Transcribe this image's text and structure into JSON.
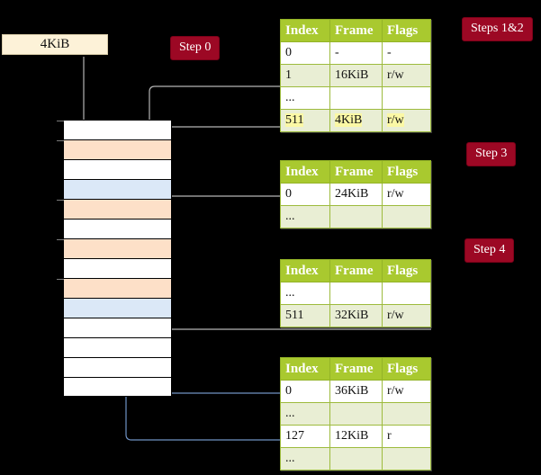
{
  "diagram": {
    "title": "multi-level page table walk",
    "colors": {
      "table_header_bg": "#a9c92f",
      "table_alt_row_bg": "#e9eed4",
      "highlight_text_bg": "#fbf8a5",
      "badge_bg": "#9c0824",
      "page_table_frame_bg": "#fde0c8",
      "data_frame_bg": "#dbe8f7",
      "va_box_bg": "#fdf2d8",
      "wire_gray": "#b5b5b5",
      "wire_blue": "#6f92c4"
    }
  },
  "va_box": {
    "label": "4KiB"
  },
  "badges": [
    {
      "id": "step0",
      "label": "Step 0"
    },
    {
      "id": "steps12",
      "label": "Steps 1&2"
    },
    {
      "id": "step3",
      "label": "Step 3"
    },
    {
      "id": "step4",
      "label": "Step 4"
    }
  ],
  "memory": {
    "name": "physical-memory-column",
    "rows": [
      {
        "kind": "empty",
        "tick": true
      },
      {
        "kind": "page-table",
        "tick": true
      },
      {
        "kind": "empty",
        "tick": false
      },
      {
        "kind": "data-frame",
        "tick": false
      },
      {
        "kind": "page-table",
        "tick": true
      },
      {
        "kind": "empty",
        "tick": false
      },
      {
        "kind": "page-table",
        "tick": true
      },
      {
        "kind": "empty",
        "tick": false
      },
      {
        "kind": "page-table",
        "tick": true
      },
      {
        "kind": "data-frame",
        "tick": false
      },
      {
        "kind": "empty",
        "tick": false
      },
      {
        "kind": "empty",
        "tick": false
      },
      {
        "kind": "empty",
        "tick": false
      },
      {
        "kind": "empty",
        "tick": false
      }
    ]
  },
  "tables": [
    {
      "id": "table-level-0",
      "headers": {
        "index": "Index",
        "frame": "Frame",
        "flags": "Flags"
      },
      "rows": [
        {
          "index": "0",
          "frame": "-",
          "flags": "-",
          "style": "plain",
          "highlight": false
        },
        {
          "index": "1",
          "frame": "16KiB",
          "flags": "r/w",
          "style": "alt",
          "highlight": false
        },
        {
          "index": "...",
          "frame": "",
          "flags": "",
          "style": "plain",
          "highlight": false
        },
        {
          "index": "511",
          "frame": "4KiB",
          "flags": "r/w",
          "style": "alt",
          "highlight": true
        }
      ]
    },
    {
      "id": "table-level-1",
      "headers": {
        "index": "Index",
        "frame": "Frame",
        "flags": "Flags"
      },
      "rows": [
        {
          "index": "0",
          "frame": "24KiB",
          "flags": "r/w",
          "style": "plain",
          "highlight": false
        },
        {
          "index": "...",
          "frame": "",
          "flags": "",
          "style": "alt",
          "highlight": false
        }
      ]
    },
    {
      "id": "table-level-2",
      "headers": {
        "index": "Index",
        "frame": "Frame",
        "flags": "Flags"
      },
      "rows": [
        {
          "index": "...",
          "frame": "",
          "flags": "",
          "style": "plain",
          "highlight": false
        },
        {
          "index": "511",
          "frame": "32KiB",
          "flags": "r/w",
          "style": "alt",
          "highlight": false
        }
      ]
    },
    {
      "id": "table-level-3",
      "headers": {
        "index": "Index",
        "frame": "Frame",
        "flags": "Flags"
      },
      "rows": [
        {
          "index": "0",
          "frame": "36KiB",
          "flags": "r/w",
          "style": "plain",
          "highlight": false
        },
        {
          "index": "...",
          "frame": "",
          "flags": "",
          "style": "alt",
          "highlight": false
        },
        {
          "index": "127",
          "frame": "12KiB",
          "flags": "r",
          "style": "plain",
          "highlight": false
        },
        {
          "index": "...",
          "frame": "",
          "flags": "",
          "style": "alt",
          "highlight": false
        }
      ]
    }
  ]
}
